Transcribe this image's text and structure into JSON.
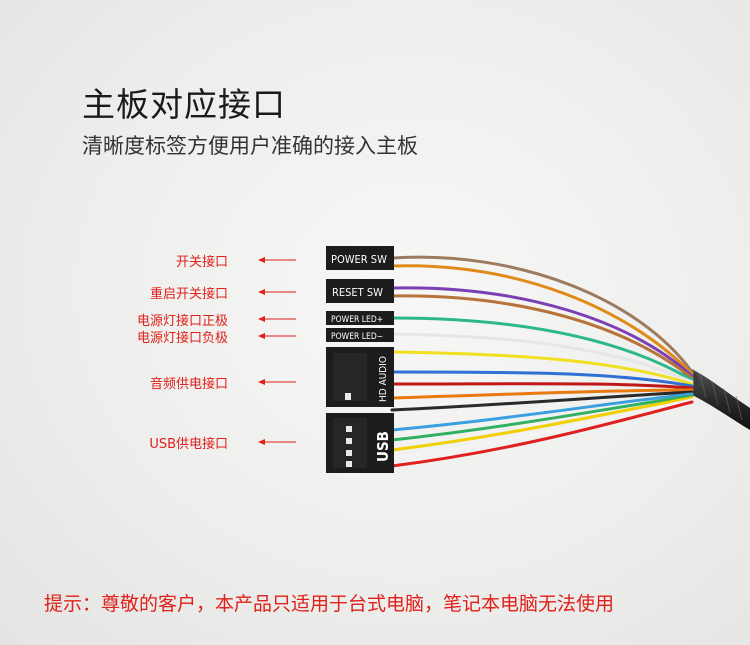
{
  "title": "主板对应接口",
  "subtitle": "清晰度标签方便用户准确的接入主板",
  "labels": {
    "power_sw": "开关接口",
    "reset_sw": "重启开关接口",
    "led_plus": "电源灯接口正极",
    "led_minus": "电源灯接口负极",
    "hd_audio": "音频供电接口",
    "usb": "USB供电接口"
  },
  "connectors": {
    "power_sw": "POWER SW",
    "reset_sw": "RESET SW",
    "led_plus": "POWER LED+",
    "led_minus": "POWER LED−",
    "hd_audio": "HD AUDIO",
    "usb": "USB"
  },
  "notice": "提示：尊敬的客户，本产品只适用于台式电脑，笔记本电脑无法使用",
  "colors": {
    "accent_red": "#e0201a",
    "connector": "#1c1c1c",
    "wires": [
      "#9c7b5e",
      "#e08a1a",
      "#7a3fb5",
      "#b8733a",
      "#2bb88a",
      "#e8e8e8",
      "#f0e020",
      "#3070d0",
      "#c01818",
      "#e87a10",
      "#2a2a2a",
      "#3aa0e0",
      "#30b060",
      "#f0d000",
      "#f4f4f4",
      "#e02020"
    ]
  }
}
